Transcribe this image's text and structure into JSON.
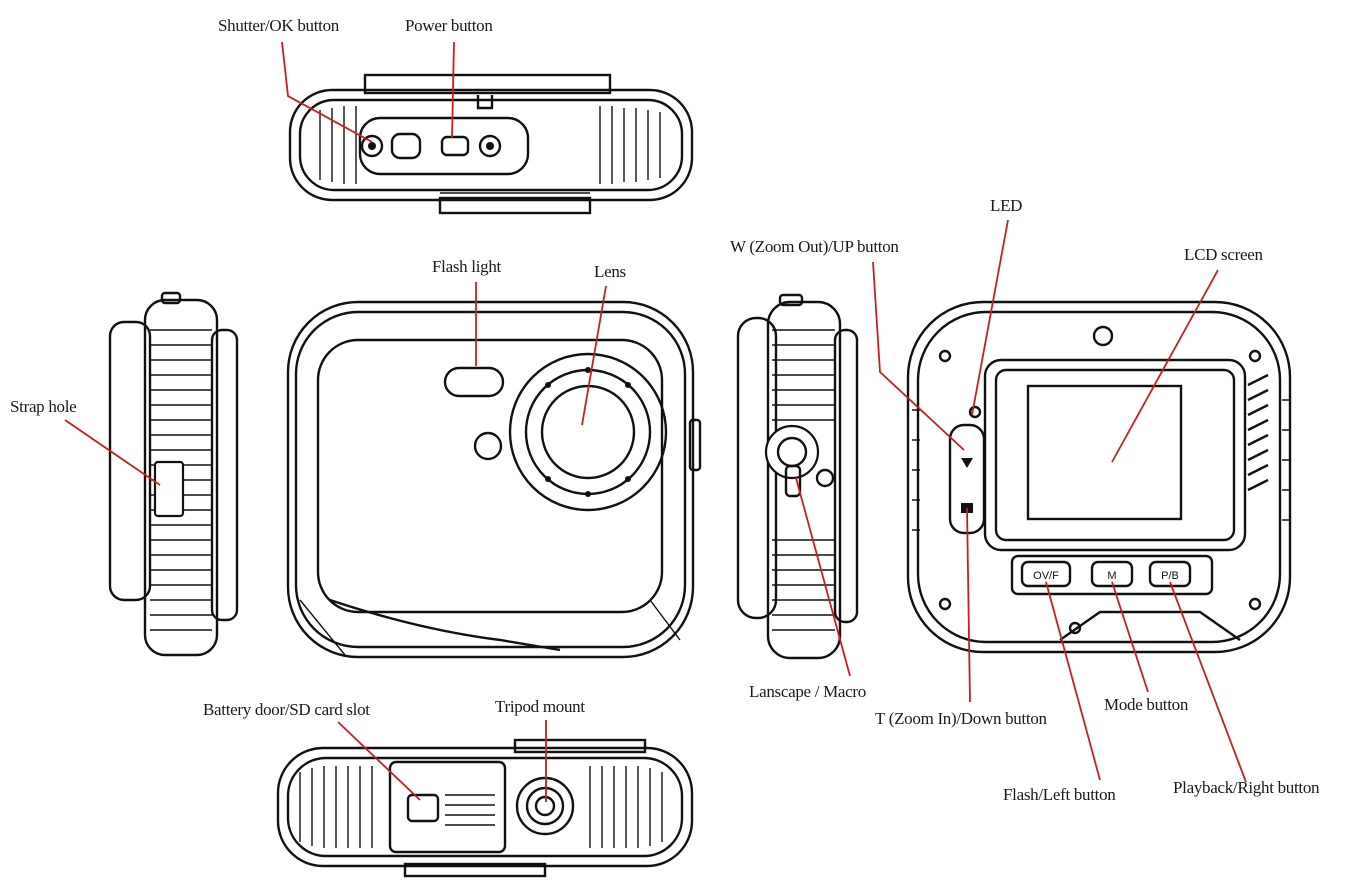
{
  "labels": {
    "shutter_ok": "Shutter/OK button",
    "power": "Power button",
    "flash_light": "Flash light",
    "lens": "Lens",
    "strap_hole": "Strap hole",
    "zoom_out_up": "W (Zoom Out)/UP button",
    "led": "LED",
    "lcd": "LCD screen",
    "landscape_macro": "Lanscape / Macro",
    "zoom_in_down": "T (Zoom In)/Down button",
    "mode": "Mode button",
    "flash_left": "Flash/Left button",
    "playback_right": "Playback/Right button",
    "battery_door": "Battery door/SD card slot",
    "tripod": "Tripod mount"
  },
  "button_marks": {
    "flash_left": "OV/F",
    "mode": "M",
    "playback_right": "P/B"
  },
  "colors": {
    "leader_line": "#c81e1e",
    "drawing": "#111111"
  }
}
